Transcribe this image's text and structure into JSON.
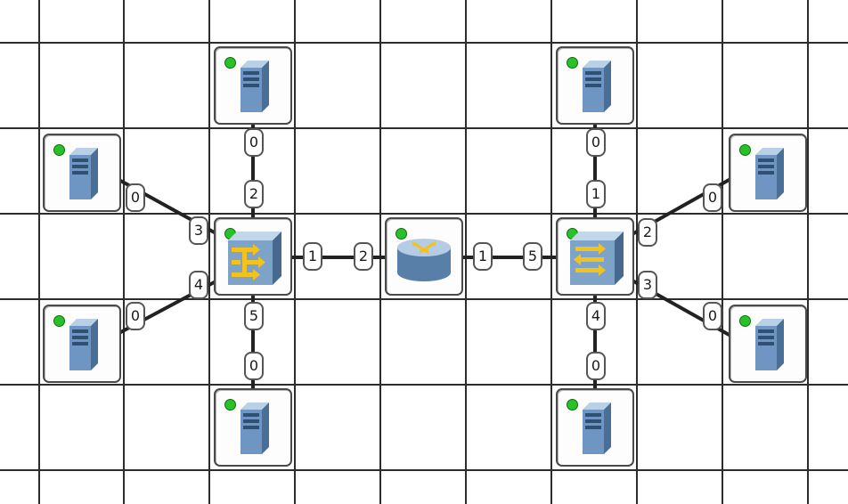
{
  "diagram": {
    "nodes": [
      {
        "id": "switch-left",
        "kind": "switch"
      },
      {
        "id": "router",
        "kind": "router"
      },
      {
        "id": "switch-right",
        "kind": "switch"
      },
      {
        "id": "server-left-top",
        "kind": "server"
      },
      {
        "id": "server-left-upper-left",
        "kind": "server"
      },
      {
        "id": "server-left-lower-left",
        "kind": "server"
      },
      {
        "id": "server-left-bottom",
        "kind": "server"
      },
      {
        "id": "server-right-top",
        "kind": "server"
      },
      {
        "id": "server-right-upper-right",
        "kind": "server"
      },
      {
        "id": "server-right-lower-right",
        "kind": "server"
      },
      {
        "id": "server-right-bottom",
        "kind": "server"
      }
    ],
    "links": [
      {
        "from": "server-left-top",
        "from_port": "0",
        "to": "switch-left",
        "to_port": "2"
      },
      {
        "from": "server-left-upper-left",
        "from_port": "0",
        "to": "switch-left",
        "to_port": "3"
      },
      {
        "from": "server-left-lower-left",
        "from_port": "0",
        "to": "switch-left",
        "to_port": "4"
      },
      {
        "from": "server-left-bottom",
        "from_port": "0",
        "to": "switch-left",
        "to_port": "5"
      },
      {
        "from": "switch-left",
        "from_port": "1",
        "to": "router",
        "to_port": "2"
      },
      {
        "from": "router",
        "from_port": "1",
        "to": "switch-right",
        "to_port": "5"
      },
      {
        "from": "server-right-top",
        "from_port": "0",
        "to": "switch-right",
        "to_port": "1"
      },
      {
        "from": "server-right-upper-right",
        "from_port": "0",
        "to": "switch-right",
        "to_port": "2"
      },
      {
        "from": "server-right-lower-right",
        "from_port": "0",
        "to": "switch-right",
        "to_port": "3"
      },
      {
        "from": "server-right-bottom",
        "from_port": "0",
        "to": "switch-right",
        "to_port": "4"
      }
    ]
  },
  "colors": {
    "grid": "#2c2c2c",
    "link": "#222222",
    "status_led": "#27c227",
    "device_blue": "#5e86b4",
    "arrow_yellow": "#f2c21f"
  }
}
